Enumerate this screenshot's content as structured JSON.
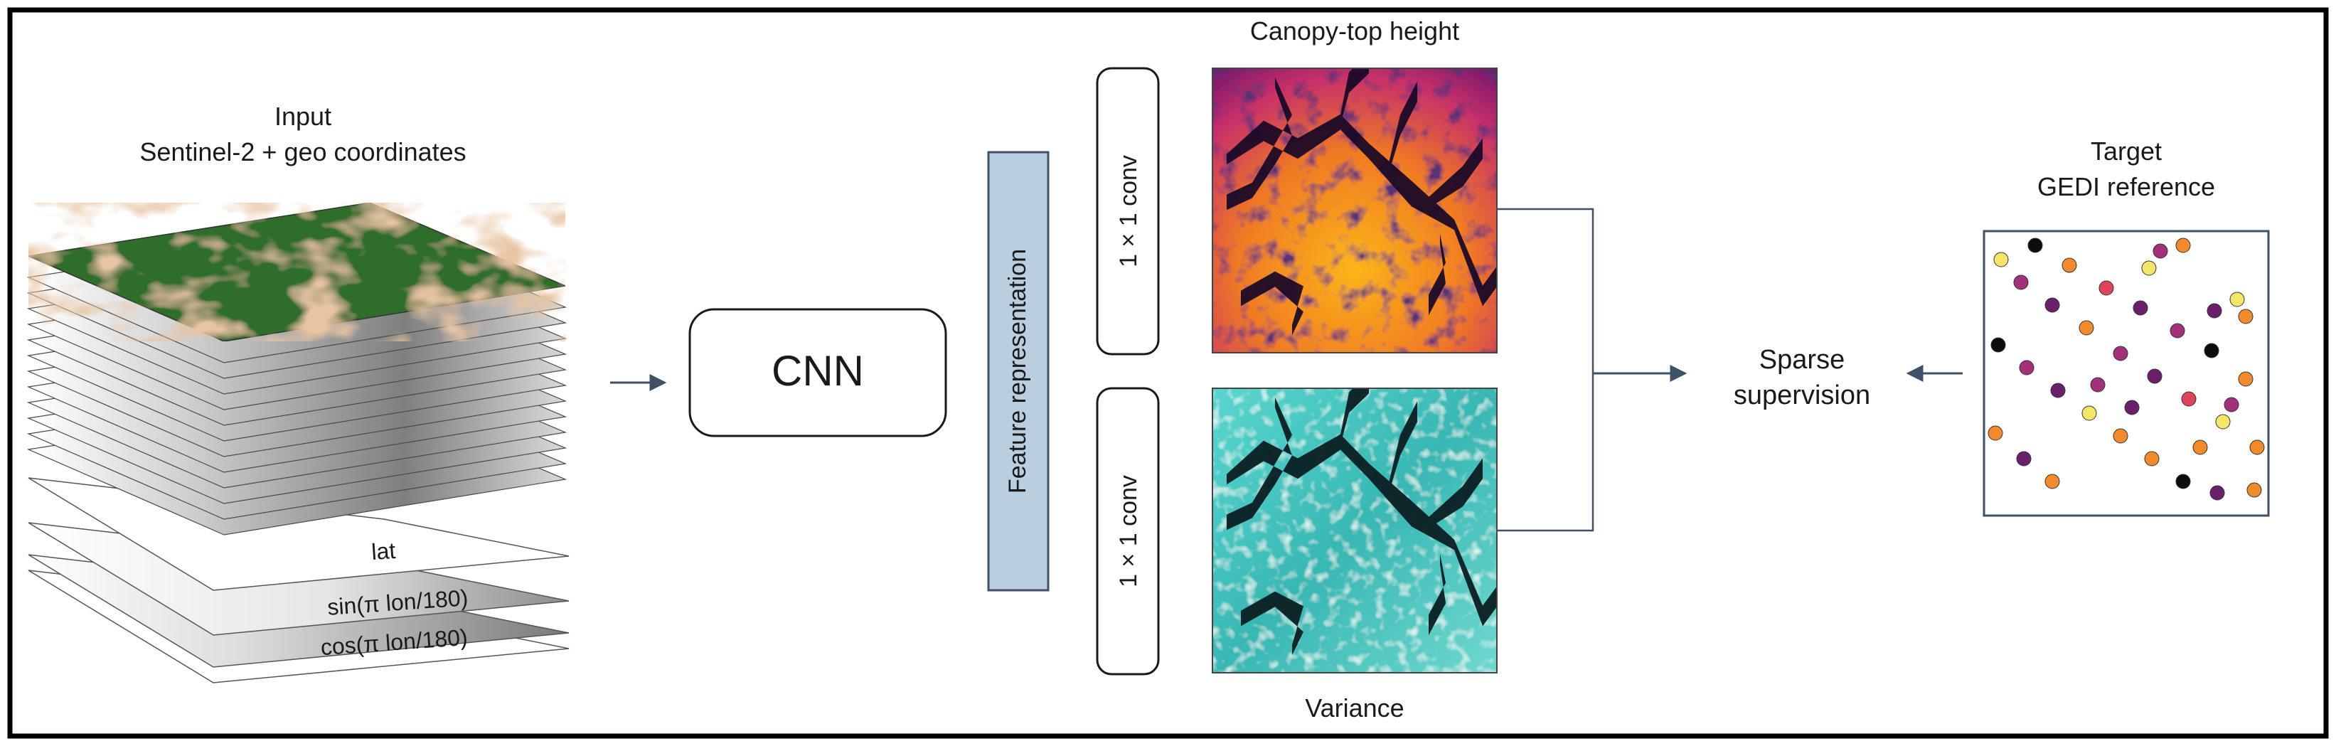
{
  "input": {
    "title": "Input",
    "subtitle": "Sentinel-2 + geo coordinates",
    "geo_layers": [
      "lat",
      "sin(π lon/180)",
      "cos(π lon/180)"
    ]
  },
  "model": {
    "cnn_label": "CNN",
    "feature_label": "Feature representation",
    "conv_top_label": "1 × 1 conv",
    "conv_bottom_label": "1 × 1 conv"
  },
  "outputs": {
    "height_title": "Canopy-top height",
    "variance_title": "Variance"
  },
  "supervision": {
    "line1": "Sparse",
    "line2": "supervision"
  },
  "target": {
    "title": "Target",
    "subtitle": "GEDI reference",
    "point_colors": {
      "black": "#0d0d0d",
      "purple": "#6b1f6b",
      "magenta": "#a3307a",
      "red": "#e0445a",
      "orange": "#f08a2c",
      "yellow": "#f5e56a"
    }
  },
  "colors": {
    "frame": "#000000",
    "arrow": "#3e5166",
    "feature_fill": "#b9cfdf",
    "feature_stroke": "#3e5166",
    "terrain_green": "#2f6d2c",
    "terrain_tan": "#c98a5a",
    "inferno_dark": "#200b32",
    "inferno_mid": "#c2306a",
    "inferno_bright": "#f7a11a",
    "teal_light": "#4fd0cc",
    "teal_mid": "#2ba6a8"
  }
}
